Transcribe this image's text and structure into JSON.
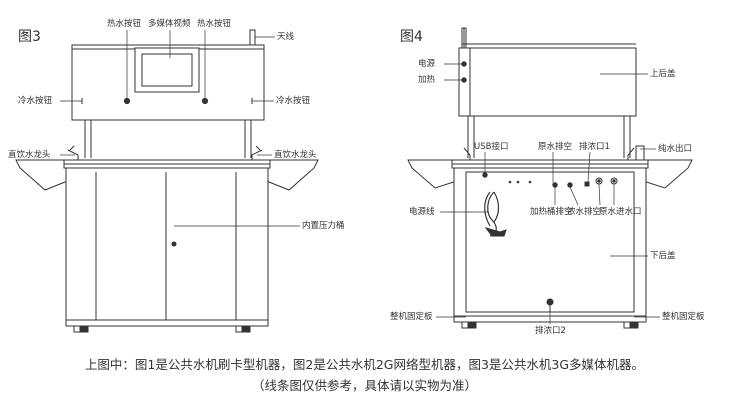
{
  "figures": {
    "fig3": {
      "title": "图3",
      "labels": {
        "hot_left": "热水按钮",
        "multimedia": "多媒体视频",
        "hot_right": "热水按钮",
        "antenna": "天线",
        "cold_left": "冷水按钮",
        "cold_right": "冷水按钮",
        "faucet_left": "直饮水龙头",
        "faucet_right": "直饮水龙头",
        "tank": "内置压力桶"
      }
    },
    "fig4": {
      "title": "图4",
      "labels": {
        "power": "电源",
        "heat": "加热",
        "top_cover": "上后盖",
        "usb": "USB接口",
        "raw_drain": "原水排空",
        "conc_port1": "排浓口1",
        "pure_out": "纯水出口",
        "power_cord": "电源线",
        "heater_drain": "加热桶排空",
        "conc_drain": "浓水排空",
        "raw_in": "原水进水口",
        "bottom_cover": "下后盖",
        "fix_left": "整机固定板",
        "fix_right": "整机固定板",
        "conc_port2": "排浓口2"
      }
    }
  },
  "caption": {
    "line1": "上图中：图1是公共水机刷卡型机器，图2是公共水机2G网络型机器，图3是公共水机3G多媒体机器。",
    "line2": "（线条图仅供参考，具体请以实物为准）"
  }
}
